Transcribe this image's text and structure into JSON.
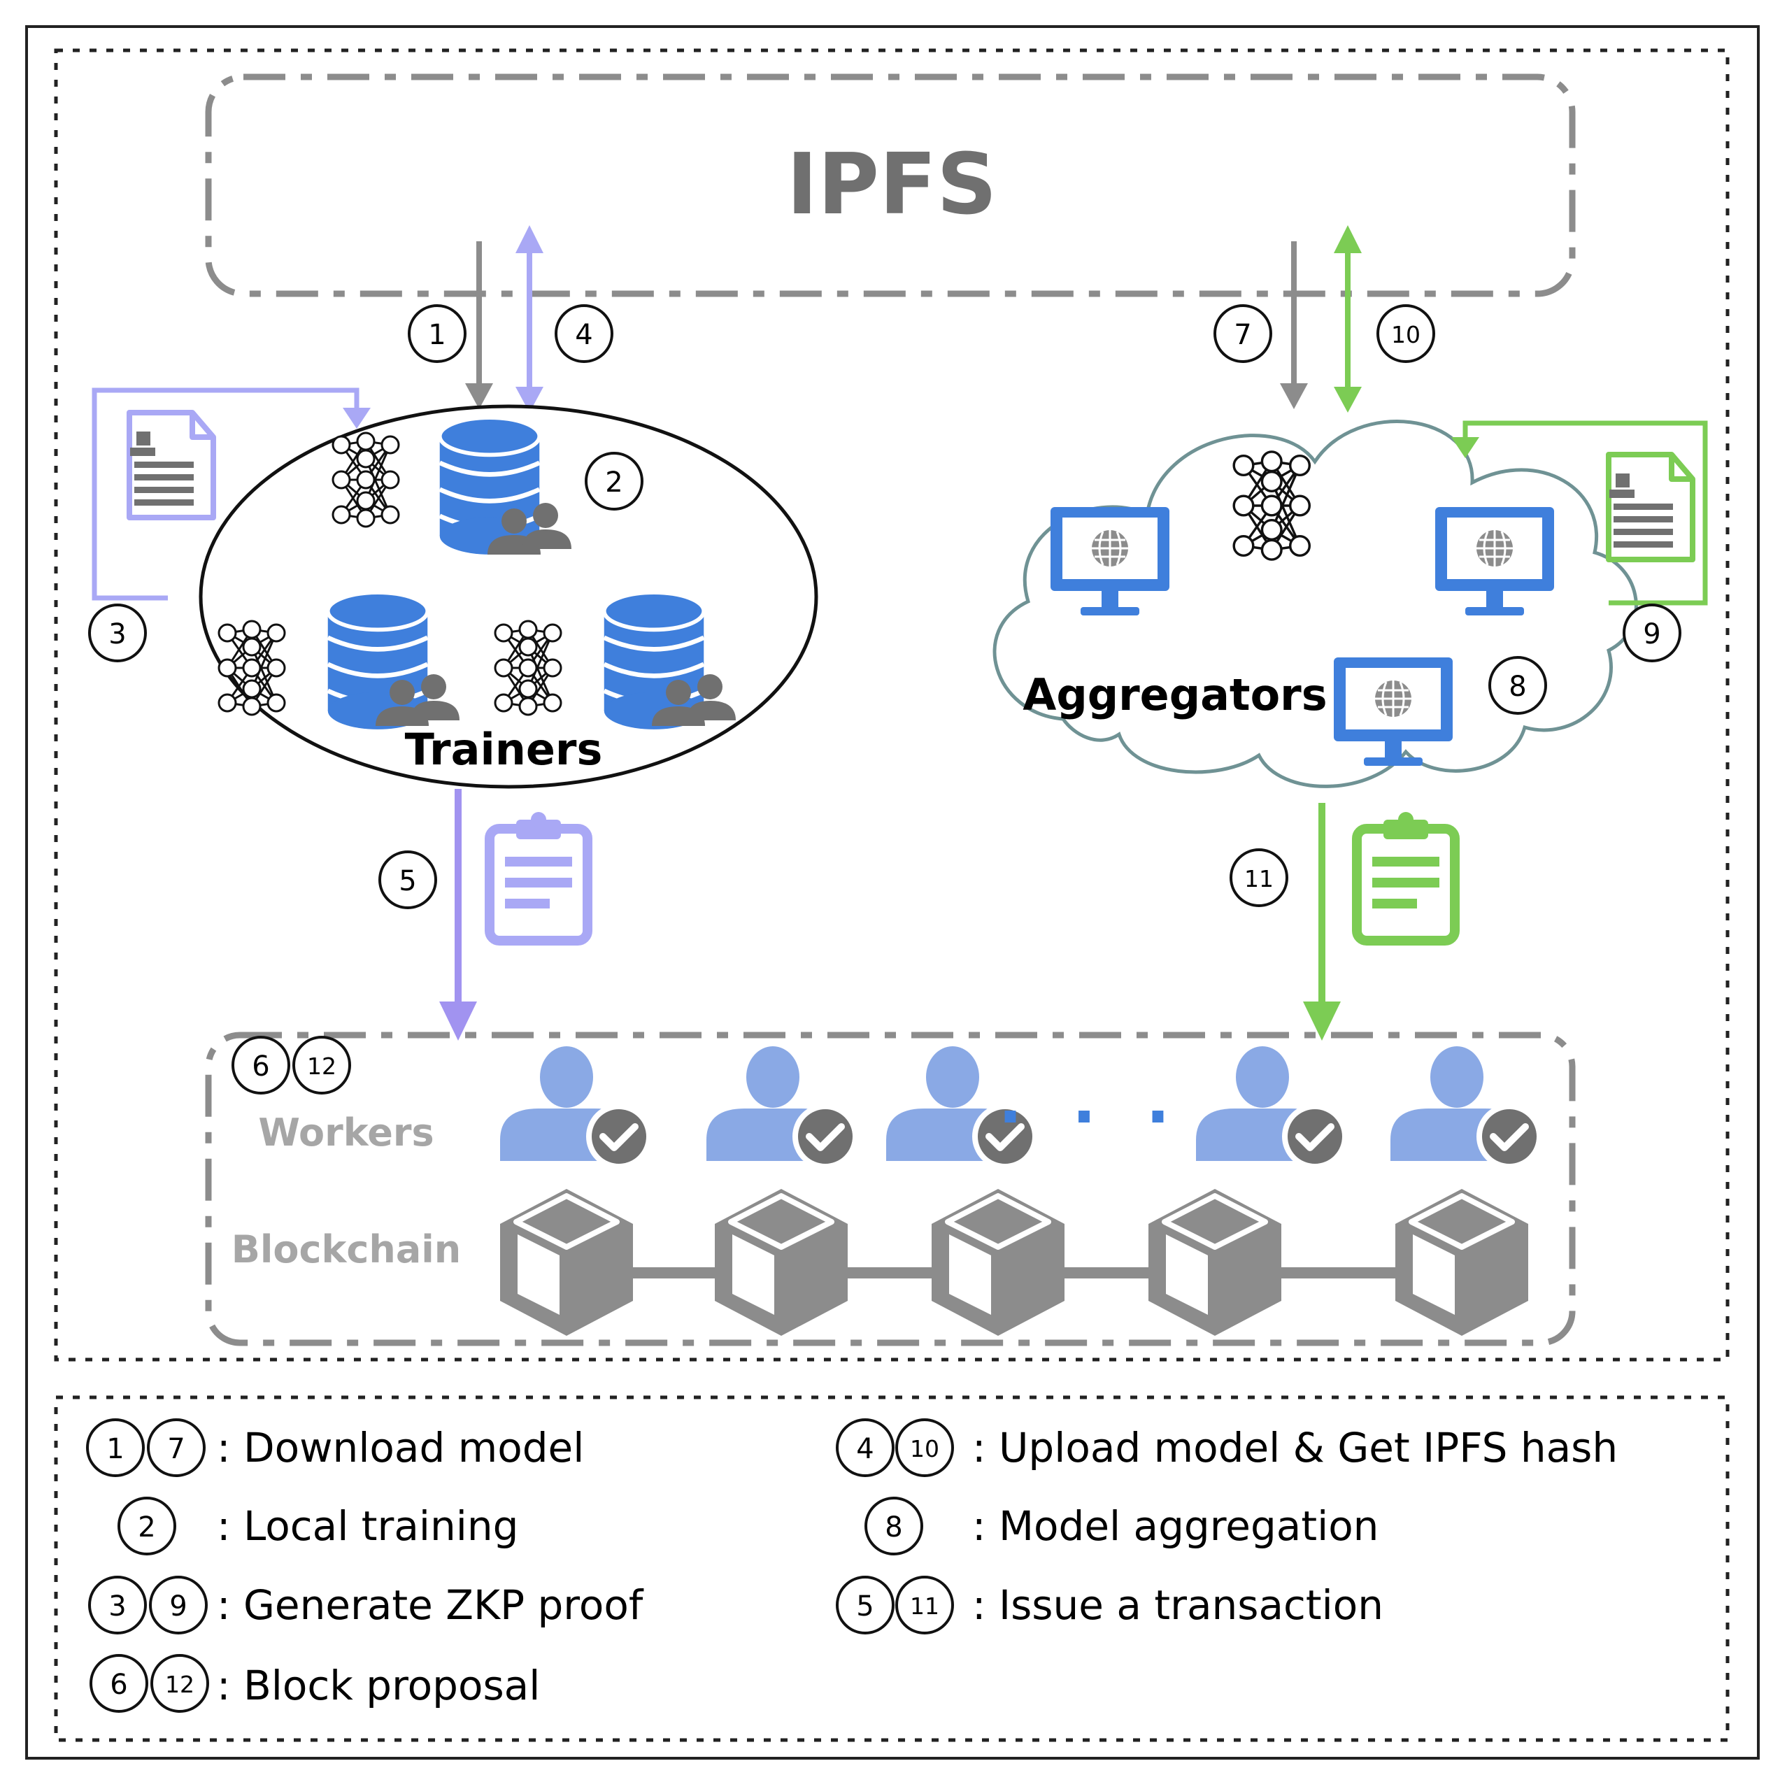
{
  "ipfs": {
    "title": "IPFS"
  },
  "trainers": {
    "label": "Trainers"
  },
  "aggregators": {
    "label": "Aggregators"
  },
  "blockchain_panel": {
    "workers_label": "Workers",
    "blockchain_label": "Blockchain",
    "dots": ". . ."
  },
  "steps": {
    "s1": "1",
    "s2": "2",
    "s3": "3",
    "s4": "4",
    "s5": "5",
    "s6": "6",
    "s7": "7",
    "s8": "8",
    "s9": "9",
    "s10": "10",
    "s11": "11",
    "s12": "12"
  },
  "legend": [
    {
      "nums": [
        "1",
        "7"
      ],
      "text": ": Download model"
    },
    {
      "nums": [
        "2"
      ],
      "text": ": Local training"
    },
    {
      "nums": [
        "3",
        "9"
      ],
      "text": ": Generate ZKP proof"
    },
    {
      "nums": [
        "6",
        "12"
      ],
      "text": ": Block proposal"
    },
    {
      "nums": [
        "4",
        "10"
      ],
      "text": ": Upload model & Get IPFS hash"
    },
    {
      "nums": [
        "8"
      ],
      "text": ": Model aggregation"
    },
    {
      "nums": [
        "5",
        "11"
      ],
      "text": ": Issue a transaction"
    }
  ],
  "colors": {
    "gray": "#8c8c8c",
    "dark_gray": "#707070",
    "purple": "#a9a8f5",
    "purple_dark": "#a193f0",
    "green": "#7ccc54",
    "blue": "#3f7fdc",
    "worker_blue": "#8aa9e5",
    "cloud_stroke": "#6f9294"
  }
}
